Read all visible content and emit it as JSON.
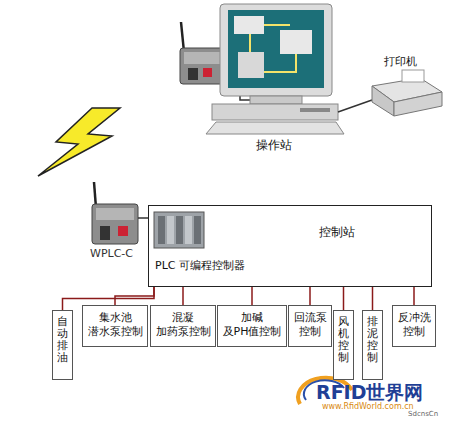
{
  "diagram": {
    "nodes": [
      {
        "text": [
          "控制站",
          "PLC 可编程控制器"
        ]
      },
      {
        "text": [
          "自动排油"
        ]
      },
      {
        "text": [
          "集水池 潜水泵控制"
        ]
      },
      {
        "text": [
          "混凝 加药泵控制"
        ]
      },
      {
        "text": [
          "加碱 及PH值控制"
        ]
      },
      {
        "text": [
          "回流泵 控制"
        ]
      },
      {
        "text": [
          "风机控制"
        ]
      },
      {
        "text": [
          "排泥控制"
        ]
      },
      {
        "text": [
          "反冲洗 控制"
        ]
      }
    ],
    "edges": [
      {
        "from": 0,
        "to": 1,
        "arrow": "none"
      },
      {
        "from": 0,
        "to": 2,
        "arrow": "none"
      },
      {
        "from": 0,
        "to": 3,
        "arrow": "none"
      },
      {
        "from": 0,
        "to": 4,
        "arrow": "none"
      },
      {
        "from": 0,
        "to": 5,
        "arrow": "none"
      },
      {
        "from": 0,
        "to": 6,
        "arrow": "none"
      },
      {
        "from": 0,
        "to": 7,
        "arrow": "none"
      },
      {
        "from": 0,
        "to": 8,
        "arrow": "none"
      }
    ],
    "labels": [
      "操作站",
      "打印机",
      "WPLC-C",
      "RFID世界网",
      "www.RfidWorld.com.cn",
      "SdcnsCn"
    ]
  }
}
